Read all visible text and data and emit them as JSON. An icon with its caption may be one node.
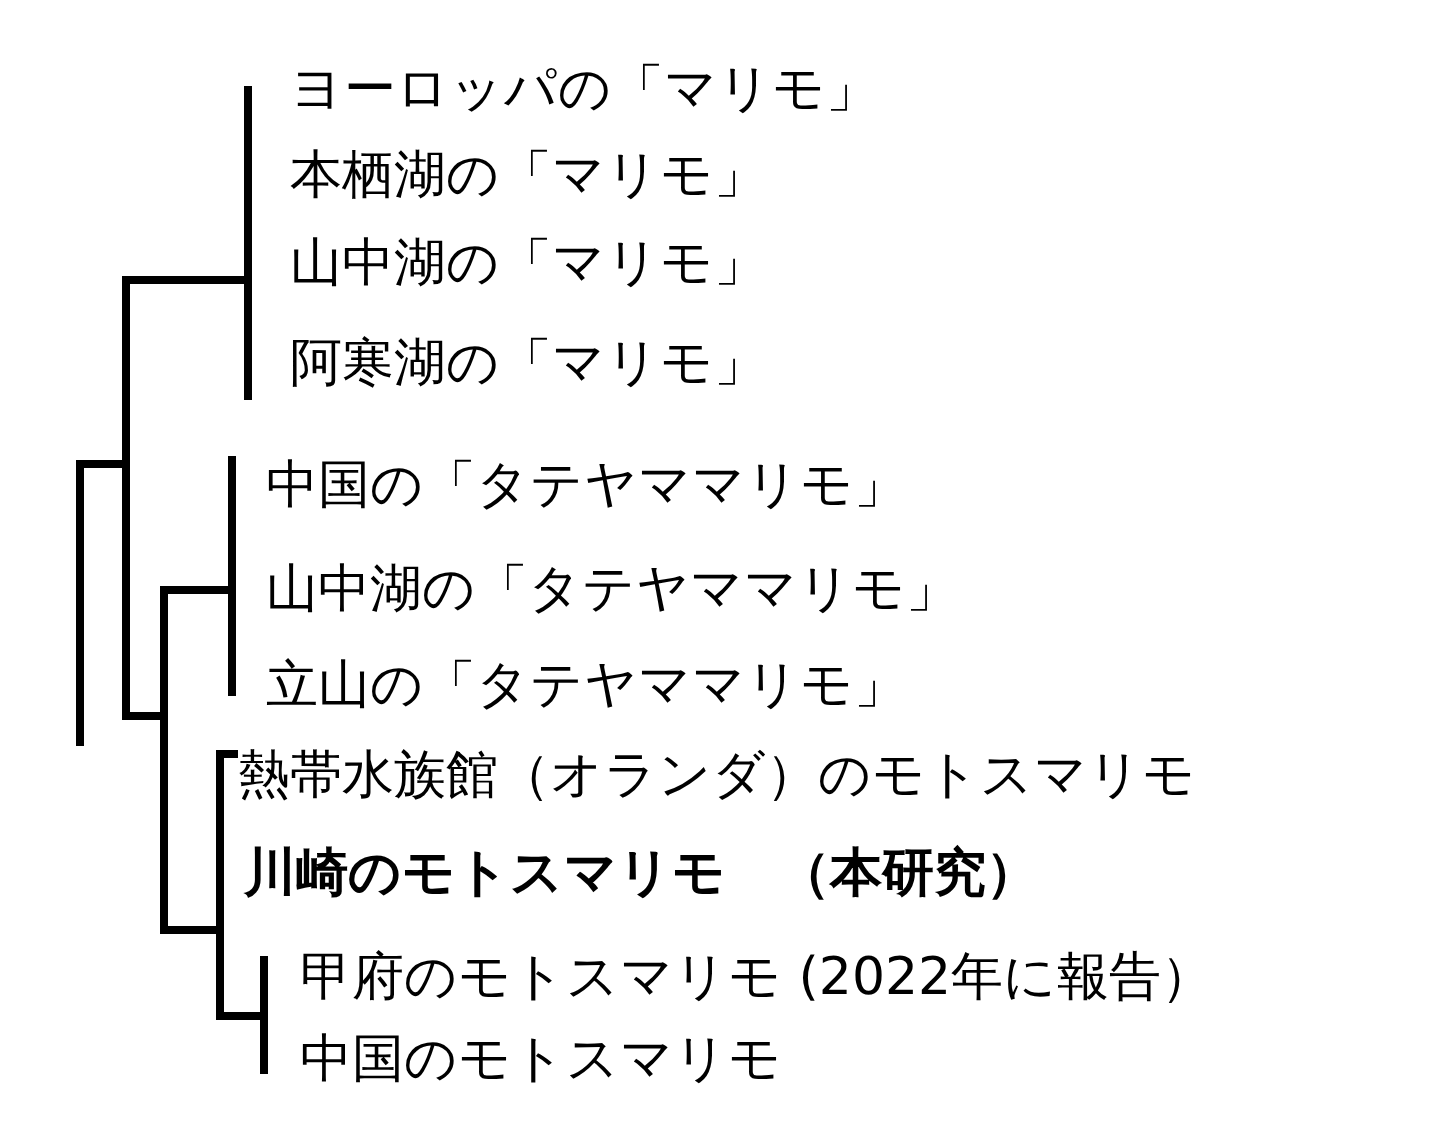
{
  "diagram": {
    "nodes": [
      {
        "text": [
          "ヨーロッパの「マリモ」"
        ]
      },
      {
        "text": [
          "本栖湖の「マリモ」"
        ]
      },
      {
        "text": [
          "山中湖の「マリモ」"
        ]
      },
      {
        "text": [
          "阿寒湖の「マリモ」"
        ]
      },
      {
        "text": [
          "中国の「タテヤママリモ」"
        ]
      },
      {
        "text": [
          "山中湖の「タテヤママリモ」"
        ]
      },
      {
        "text": [
          "立山の「タテヤママリモ」"
        ]
      },
      {
        "text": [
          "熱帯水族館（オランダ）のモトスマリモ"
        ]
      },
      {
        "text": [
          "川崎のモトスマリモ　（本研究）"
        ]
      },
      {
        "text": [
          "甲府のモトスマリモ (2022年に報告）"
        ]
      },
      {
        "text": [
          "中国のモトスマリモ"
        ]
      },
      {
        "text": [],
        "shape": "bar"
      },
      {
        "text": [],
        "shape": "bar"
      },
      {
        "text": [],
        "shape": "bar"
      },
      {
        "text": [],
        "shape": "bar"
      },
      {
        "text": [],
        "shape": "bar"
      },
      {
        "text": [],
        "shape": "bar"
      },
      {
        "text": [],
        "shape": "bar"
      }
    ],
    "edges": [
      {
        "from": 11,
        "to": 12,
        "arrow": "none"
      },
      {
        "from": 12,
        "to": 16,
        "arrow": "none"
      },
      {
        "from": 12,
        "to": 13,
        "arrow": "none"
      },
      {
        "from": 13,
        "to": 15,
        "arrow": "none"
      },
      {
        "from": 13,
        "to": 14,
        "arrow": "none"
      },
      {
        "from": 14,
        "to": 17,
        "arrow": "none"
      },
      {
        "from": 14,
        "to": 7,
        "arrow": "none"
      }
    ]
  }
}
